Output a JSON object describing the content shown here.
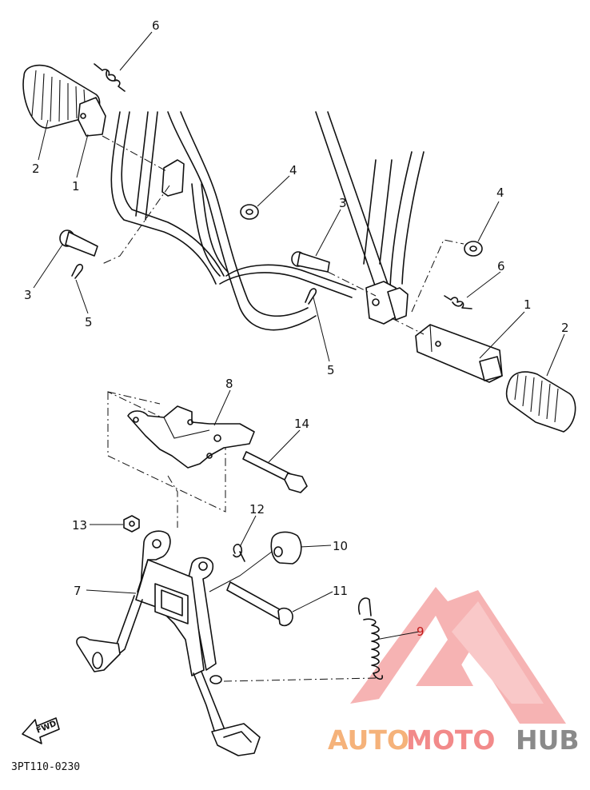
{
  "diagram": {
    "part_code": "3PT110-0230",
    "fwd_label": "FWD",
    "callouts": [
      {
        "id": "c6a",
        "label": "6"
      },
      {
        "id": "c2a",
        "label": "2"
      },
      {
        "id": "c1a",
        "label": "1"
      },
      {
        "id": "c4a",
        "label": "4"
      },
      {
        "id": "c3a",
        "label": "3"
      },
      {
        "id": "c5a",
        "label": "5"
      },
      {
        "id": "c3b",
        "label": "3"
      },
      {
        "id": "c5b",
        "label": "5"
      },
      {
        "id": "c4b",
        "label": "4"
      },
      {
        "id": "c6b",
        "label": "6"
      },
      {
        "id": "c1b",
        "label": "1"
      },
      {
        "id": "c2b",
        "label": "2"
      },
      {
        "id": "c8",
        "label": "8"
      },
      {
        "id": "c14",
        "label": "14"
      },
      {
        "id": "c13",
        "label": "13"
      },
      {
        "id": "c12",
        "label": "12"
      },
      {
        "id": "c10",
        "label": "10"
      },
      {
        "id": "c7",
        "label": "7"
      },
      {
        "id": "c11",
        "label": "11"
      },
      {
        "id": "c9",
        "label": "9"
      }
    ]
  },
  "watermark": {
    "part1": "AUTO",
    "part2": "MOTO",
    "part3": "HUB",
    "color_part1": "#f5b27a",
    "color_part2": "#f28a8a",
    "color_part3": "#8a8a8a"
  }
}
